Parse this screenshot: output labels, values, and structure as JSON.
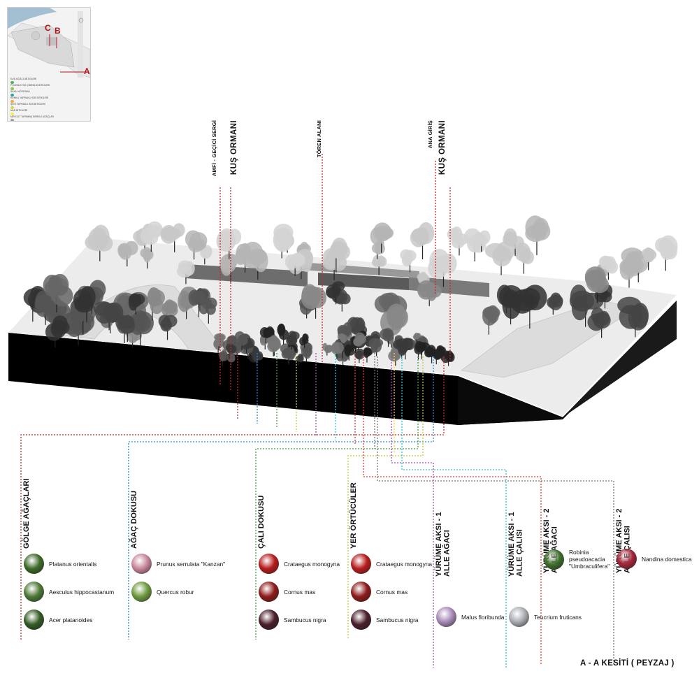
{
  "keymap": {
    "section_points": [
      "C",
      "B",
      "A"
    ],
    "legend": [
      {
        "label": "KUŞ GÖZCÜ BİTKİLERİ",
        "color": "#4caf50"
      },
      {
        "label": "POLENLEYİCİ ÇİMENLİK BİTKİLERİ",
        "color": "#8bc34a"
      },
      {
        "label": "SAYILI AĞ RÖMLİ",
        "color": "#26a69a"
      },
      {
        "label": "RENKLİ YAPRAKLI SÜS BİTKİLERİ",
        "color": "#ffa726"
      },
      {
        "label": "ŞEHİ YAPRAKLI SÜS BİTKİLERİ",
        "color": "#cddc39"
      },
      {
        "label": "NAR BİTKİLERİ",
        "color": "#ffeb3b"
      },
      {
        "label": "MEVCUT TAPINMIŞ DİREKLİ AĞAÇLAR",
        "color": "#9e9e9e"
      }
    ]
  },
  "top_labels": [
    {
      "text": "AMFİ - GEÇİCİ SERGİ",
      "size": "small",
      "color": "#c62828"
    },
    {
      "text": "KUŞ ORMANI",
      "size": "big",
      "color": "#c62828"
    },
    {
      "text": "TÖREN ALANI",
      "size": "small",
      "color": "#c62828"
    },
    {
      "text": "ANA GİRİŞ",
      "size": "small",
      "color": "#c62828"
    },
    {
      "text": "KUŞ ORMANI",
      "size": "big",
      "color": "#c62828"
    }
  ],
  "categories": [
    {
      "label": "GÖLGE AĞAÇLARI",
      "color": "#c62828",
      "species": [
        {
          "name": "Platanus orientalis",
          "color": "#3d6b2a"
        },
        {
          "name": "Aesculus hippocastanum",
          "color": "#4e7a36"
        },
        {
          "name": "Acer platanoides",
          "color": "#355c24"
        }
      ]
    },
    {
      "label": "AĞAÇ DOKUSU",
      "color": "#1e88e5",
      "species": [
        {
          "name": "Prunus serrulata \"Kanzan\"",
          "color": "#c9879a"
        },
        {
          "name": "Quercus robur",
          "color": "#6f9a3f"
        }
      ]
    },
    {
      "label": "ÇALI DOKUSU",
      "color": "#43a047",
      "species": [
        {
          "name": "Crataegus monogyna",
          "color": "#b71c1c"
        },
        {
          "name": "Cornus mas",
          "color": "#8e1b1b"
        },
        {
          "name": "Sambucus nigra",
          "color": "#4a1f2a"
        }
      ]
    },
    {
      "label": "YER ÖRTÜCÜLER",
      "color": "#c0ca33",
      "species": [
        {
          "name": "Crataegus monogyna",
          "color": "#b71c1c"
        },
        {
          "name": "Cornus mas",
          "color": "#8e1b1b"
        },
        {
          "name": "Sambucus nigra",
          "color": "#4a1f2a"
        }
      ]
    },
    {
      "label": "YÜRÜME AKSI - 1\nALLE AĞACI",
      "color": "#ab47bc",
      "species": [
        {
          "name": "Malus floribunda",
          "color": "#a88bb8"
        }
      ]
    },
    {
      "label": "YÜRÜME AKSI - 1\nALLE ÇALISI",
      "color": "#26c6da",
      "species": [
        {
          "name": "Teucrium fruticans",
          "color": "#a9adb3"
        }
      ]
    },
    {
      "label": "YÜRÜME AKSI - 2\nALLE AĞACI",
      "color": "#e53935",
      "species": [
        {
          "name": "Robinia\npseudoacacia\n\"Umbraculifera\"",
          "color": "#3f6e2c"
        }
      ]
    },
    {
      "label": "YÜRÜME AKSI - 2\nALLE ÇALISI",
      "color": "#757575",
      "species": [
        {
          "name": "Nandina domestica",
          "color": "#a3263a"
        }
      ]
    }
  ],
  "title": "A - A KESİTİ ( PEYZAJ )"
}
